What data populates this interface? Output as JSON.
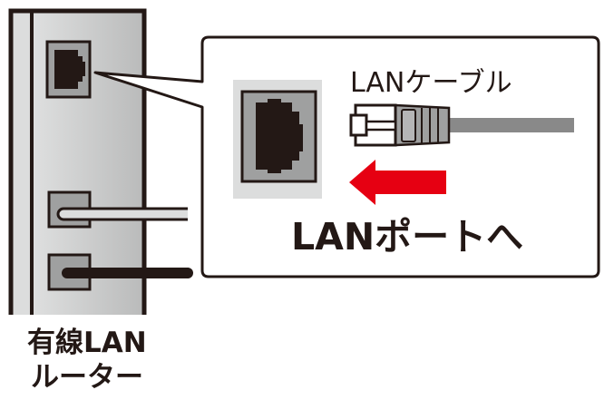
{
  "callout": {
    "cable_label": "LANケーブル",
    "instruction": "LANポートへ"
  },
  "router": {
    "label_line1": "有線LAN",
    "label_line2": "ルーター"
  },
  "colors": {
    "ink": "#231815",
    "arrow": "#e60012",
    "port_gray": "#9fa0a0",
    "cable_gray": "#898989",
    "panel_bg": "#dcdddd"
  }
}
